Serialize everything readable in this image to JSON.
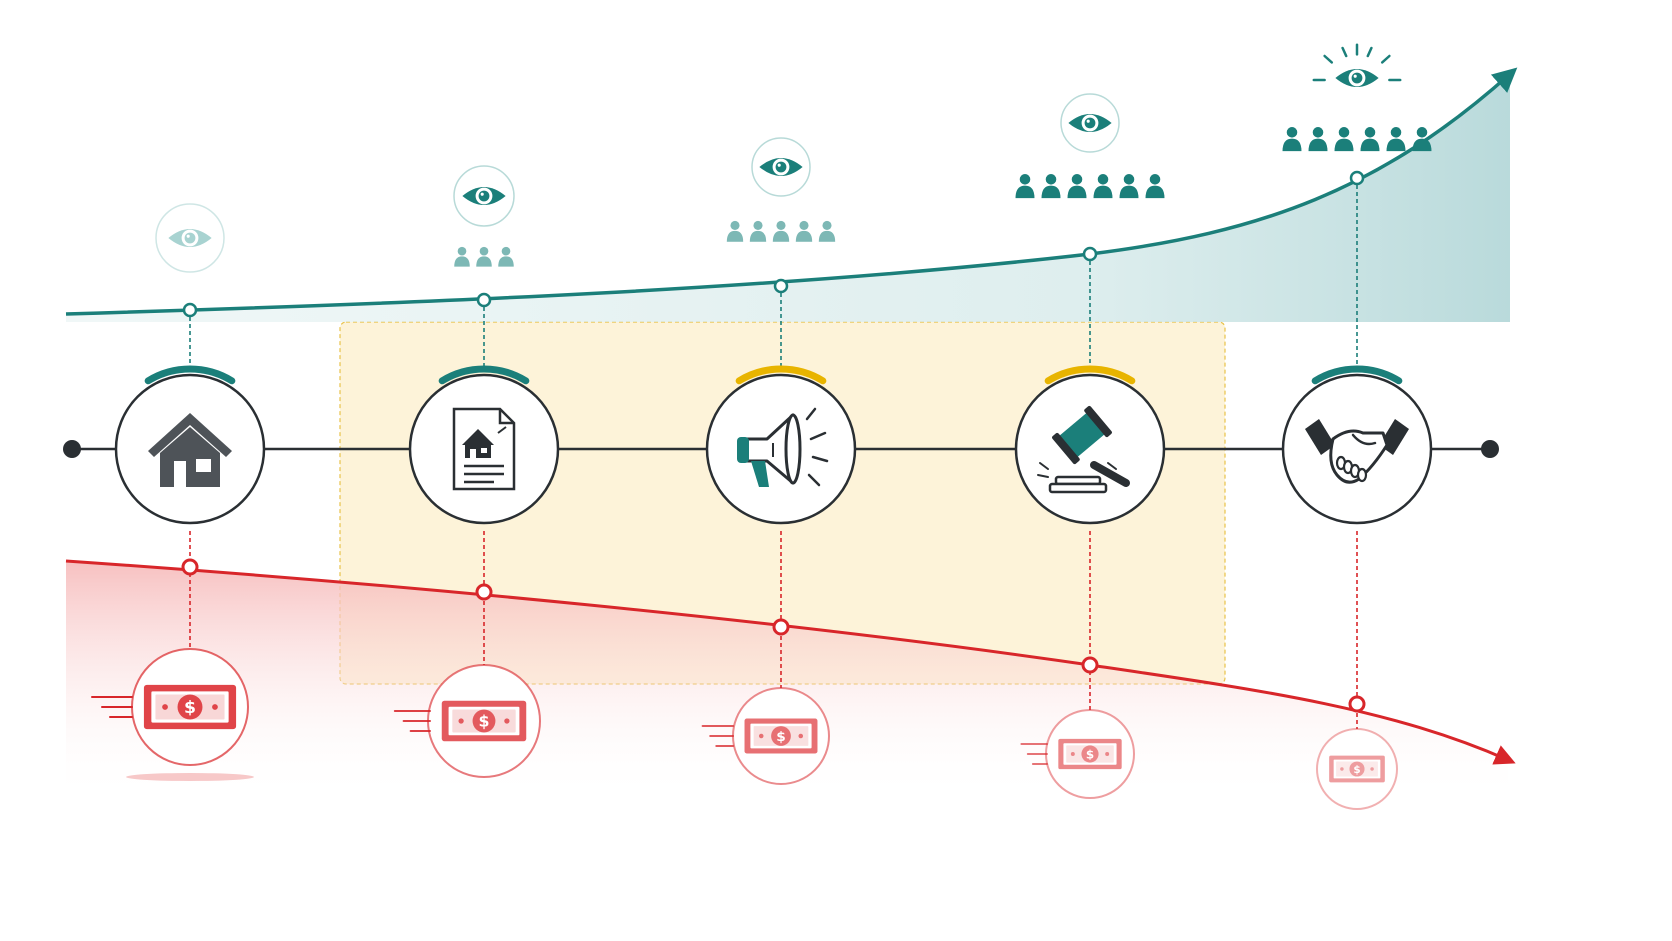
{
  "colors": {
    "teal": "#1b7f7a",
    "teal_light": "#8ec5c2",
    "red": "#d8262a",
    "red_light": "#f2a4a4",
    "yellow": "#e8b400",
    "yellow_band": "#fdf3d9",
    "dark": "#2a2f33",
    "gray_icon": "#4e5358"
  },
  "stages": [
    {
      "id": "listing",
      "icon": "house-icon",
      "arc": "teal",
      "viewers": 0,
      "visibility": 0.2
    },
    {
      "id": "documents",
      "icon": "property-document-icon",
      "arc": "teal",
      "viewers": 3,
      "visibility": 0.35
    },
    {
      "id": "marketing",
      "icon": "megaphone-icon",
      "arc": "yellow",
      "viewers": 5,
      "visibility": 0.55
    },
    {
      "id": "auction",
      "icon": "gavel-icon",
      "arc": "yellow",
      "viewers": 6,
      "visibility": 0.75
    },
    {
      "id": "deal",
      "icon": "handshake-icon",
      "arc": "teal",
      "viewers": 6,
      "visibility": 1.0
    }
  ],
  "highlight_stages": [
    "documents",
    "marketing",
    "auction"
  ]
}
